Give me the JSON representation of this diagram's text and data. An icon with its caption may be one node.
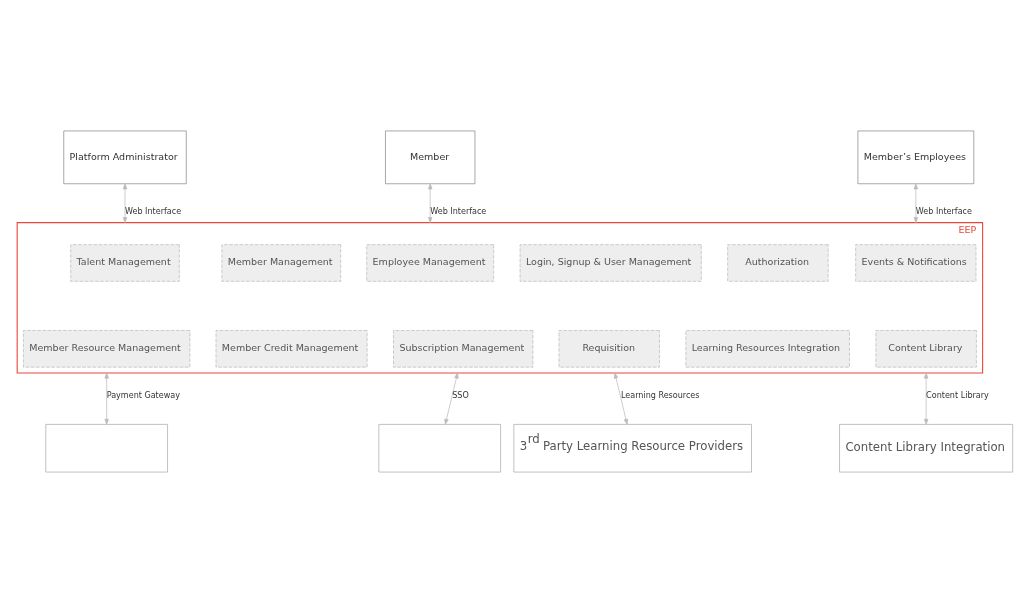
{
  "diagram": {
    "nodes": [
      {
        "text": [
          "Platform Administrator"
        ]
      },
      {
        "text": [
          "Member"
        ]
      },
      {
        "text": [
          "Member’s Employees"
        ]
      },
      {
        "text": [
          "EEP"
        ]
      },
      {
        "text": [
          "Talent Management"
        ],
        "in": 3
      },
      {
        "text": [
          "Member Management"
        ],
        "in": 3
      },
      {
        "text": [
          "Employee Management"
        ],
        "in": 3
      },
      {
        "text": [
          "Login, Signup & User Management"
        ],
        "in": 3
      },
      {
        "text": [
          "Authorization"
        ],
        "in": 3
      },
      {
        "text": [
          "Events & Notifications"
        ],
        "in": 3
      },
      {
        "text": [
          "Member Resource Management"
        ],
        "in": 3
      },
      {
        "text": [
          "Member Credit Management"
        ],
        "in": 3
      },
      {
        "text": [
          "Subscription Management"
        ],
        "in": 3
      },
      {
        "text": [
          "Requisition"
        ],
        "in": 3
      },
      {
        "text": [
          "Learning Resources Integration"
        ],
        "in": 3
      },
      {
        "text": [
          "Content Library"
        ],
        "in": 3
      },
      {
        "text": [],
        "shape": "box"
      },
      {
        "text": [],
        "shape": "box"
      },
      {
        "text": [
          "3$^{rd}$ Party Learning Resource Providers"
        ]
      },
      {
        "text": [
          "Content Library Integration"
        ]
      }
    ],
    "edges": [
      {
        "from": 0,
        "to": 3,
        "arrow": "both",
        "label": "Web Interface"
      },
      {
        "from": 1,
        "to": 3,
        "arrow": "both",
        "label": "Web Interface"
      },
      {
        "from": 2,
        "to": 3,
        "arrow": "both",
        "label": "Web Interface"
      },
      {
        "from": 3,
        "to": 16,
        "arrow": "both",
        "label": "Payment Gateway"
      },
      {
        "from": 3,
        "to": 17,
        "arrow": "both",
        "label": "SSO"
      },
      {
        "from": 3,
        "to": 18,
        "arrow": "both",
        "label": "Learning Resources"
      },
      {
        "from": 3,
        "to": 19,
        "arrow": "both",
        "label": "Content Library"
      }
    ]
  }
}
